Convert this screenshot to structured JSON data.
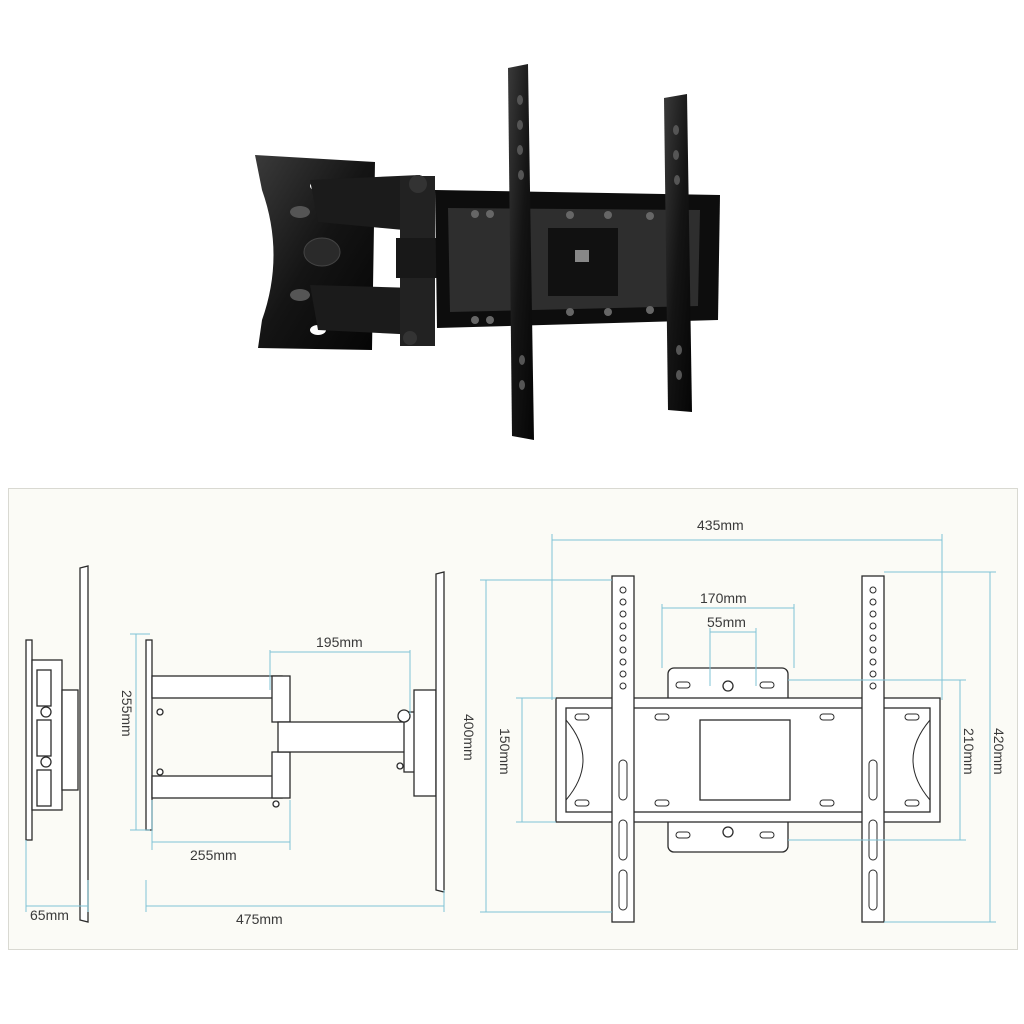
{
  "dimensions": {
    "side_thickness": "65mm",
    "wall_plate_height": "255mm",
    "arm_extension": "195mm",
    "arm_width": "255mm",
    "total_depth": "475mm",
    "mount_width": "435mm",
    "vesa_width": "170mm",
    "hole_spacing": "55mm",
    "frame_height": "150mm",
    "rail_height": "400mm",
    "plate_height": "210mm",
    "max_height": "420mm"
  },
  "colors": {
    "dimension_line": "#7fc3d6",
    "drawing_ink": "#2b2b2b",
    "panel_background": "#fbfbf6",
    "product": "#151515"
  }
}
